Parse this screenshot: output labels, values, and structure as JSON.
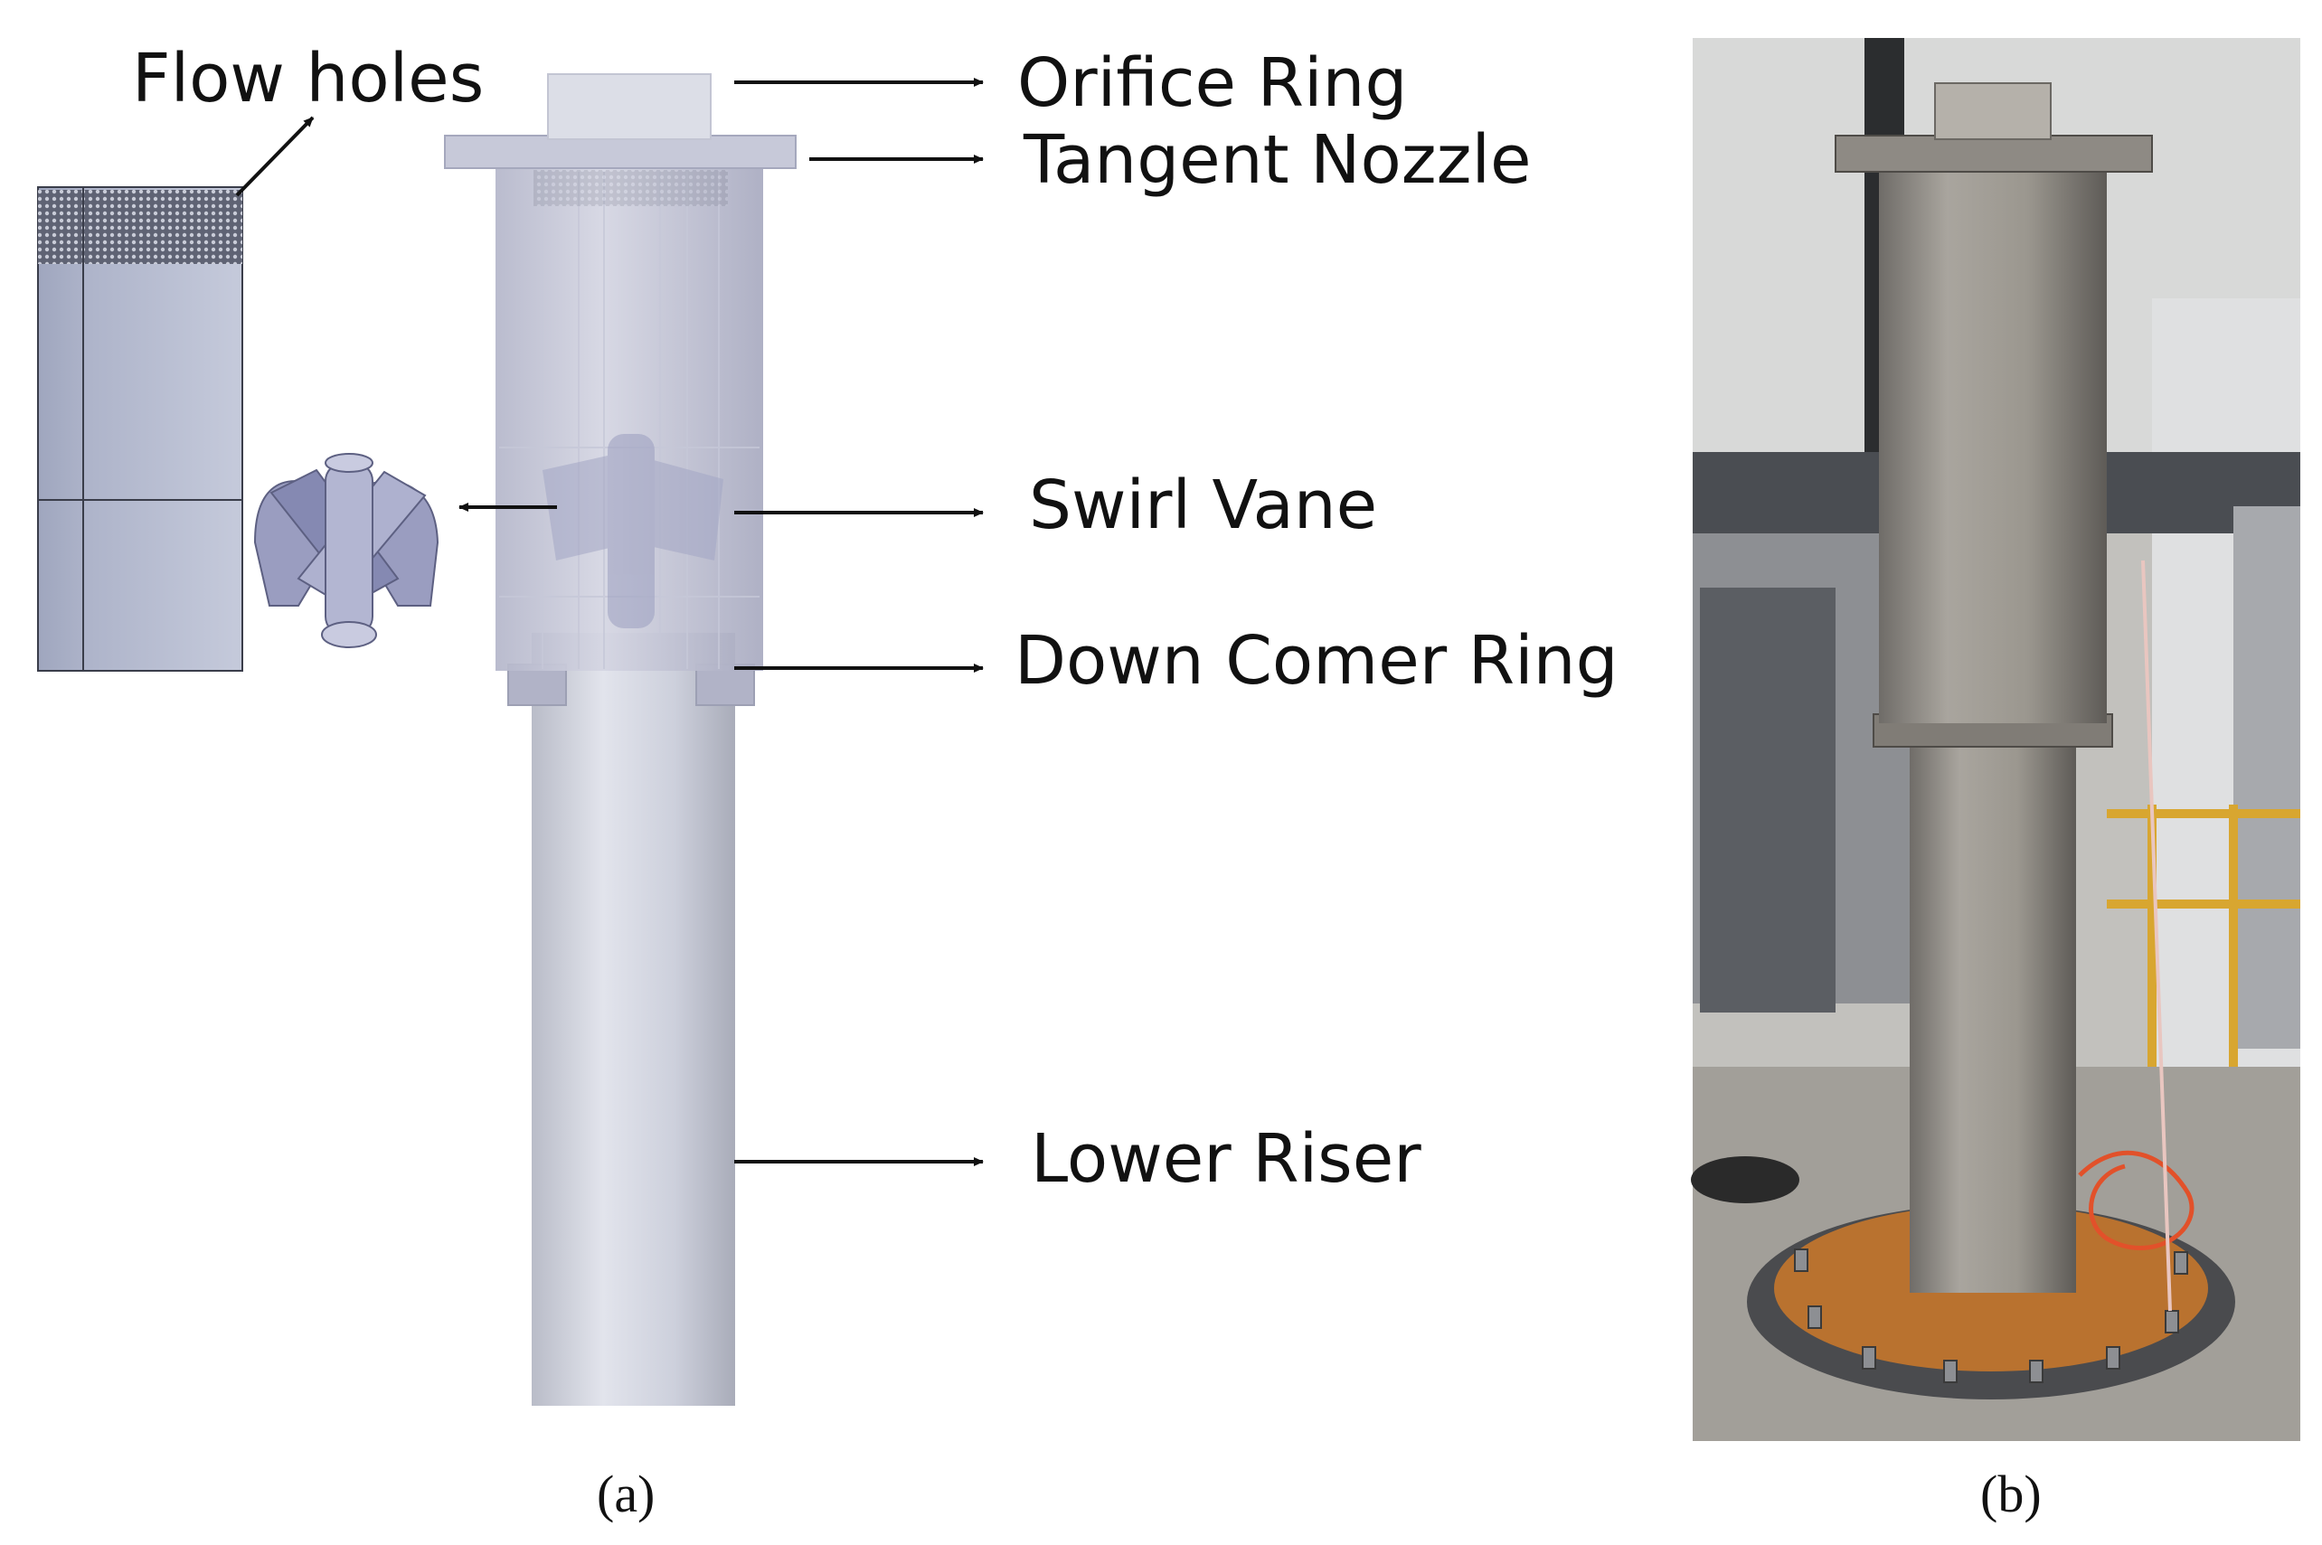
{
  "labels": {
    "flow_holes": "Flow holes",
    "orifice_ring": "Orifice Ring",
    "tangent_nozzle": "Tangent Nozzle",
    "swirl_vane": "Swirl Vane",
    "down_comer_ring": "Down Comer Ring",
    "lower_riser": "Lower Riser"
  },
  "captions": {
    "a": "(a)",
    "b": "(b)"
  },
  "colors": {
    "cad_steel": "#cfd2dc",
    "cad_translucent": "#b9bbcf",
    "vane": "#9b9ec0",
    "photo_copper": "#b9722f",
    "photo_steel": "#9a968f"
  }
}
